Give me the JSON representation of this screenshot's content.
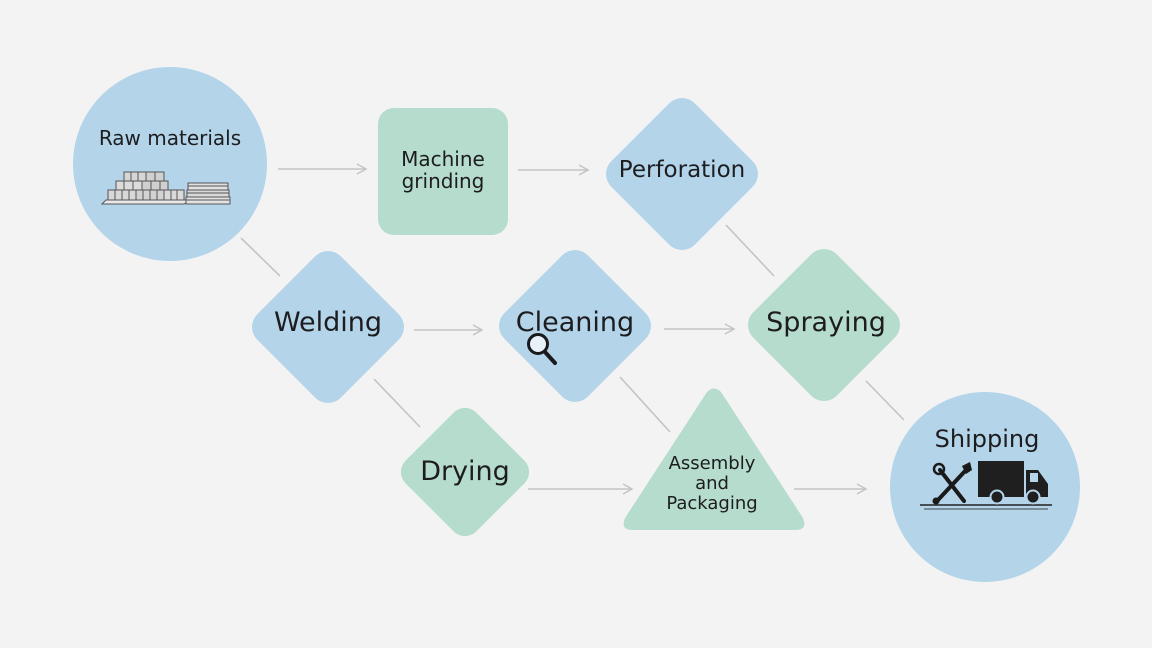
{
  "colors": {
    "background": "#f3f3f3",
    "blue_node": "#b4d4ea",
    "green_node": "#b5dccc",
    "connector": "#c4c4c4",
    "text": "#1d1d1f"
  },
  "nodes": {
    "raw_materials": {
      "label": "Raw materials",
      "icon": "stacked-materials-icon"
    },
    "machine_grinding": {
      "label": "Machine\ngrinding"
    },
    "perforation": {
      "label": "Perforation"
    },
    "welding": {
      "label": "Welding"
    },
    "cleaning": {
      "label": "Cleaning",
      "icon": "magnifier-icon"
    },
    "spraying": {
      "label": "Spraying"
    },
    "drying": {
      "label": "Drying"
    },
    "assembly_packaging": {
      "label": "Assembly\nand\nPackaging"
    },
    "shipping": {
      "label": "Shipping",
      "icon": "tools-and-truck-icon"
    }
  }
}
